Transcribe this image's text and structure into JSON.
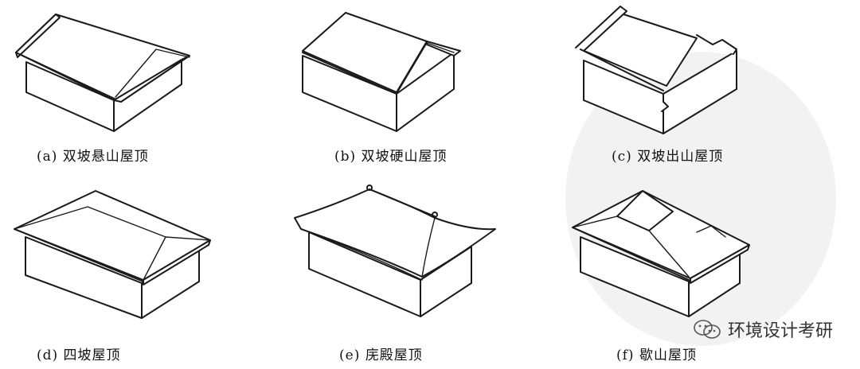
{
  "captions": {
    "a": "(a) 双坡悬山屋顶",
    "b": "(b) 双坡硬山屋顶",
    "c": "(c) 双坡出山屋顶",
    "d": "(d) 四坡屋顶",
    "e": "(e) 庑殿屋顶",
    "f": "(f) 歇山屋顶"
  },
  "watermark": {
    "text": "环境设计考研",
    "icon": "wechat-icon"
  }
}
